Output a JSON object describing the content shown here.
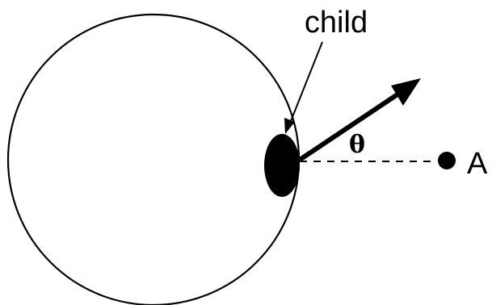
{
  "labels": {
    "child": "child",
    "theta": "θ",
    "point": "A"
  },
  "colors": {
    "ink": "#000000",
    "background": "#ffffff"
  }
}
